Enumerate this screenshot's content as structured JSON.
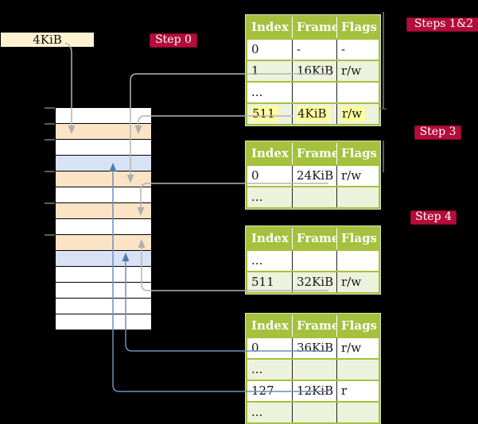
{
  "legend": {
    "page_size_label": "4KiB"
  },
  "badges": {
    "step0": "Step 0",
    "steps12": "Steps 1&2",
    "step3": "Step 3",
    "step4": "Step 4"
  },
  "page_tables": [
    {
      "headers": [
        "Index",
        "Frame",
        "Flags"
      ],
      "rows": [
        {
          "index": "0",
          "frame": "-",
          "flags": "-"
        },
        {
          "index": "1",
          "frame": "16KiB",
          "flags": "r/w"
        },
        {
          "index": "...",
          "frame": "",
          "flags": ""
        },
        {
          "index": "511",
          "frame": "4KiB",
          "flags": "r/w",
          "highlighted": true
        }
      ]
    },
    {
      "headers": [
        "Index",
        "Frame",
        "Flags"
      ],
      "rows": [
        {
          "index": "0",
          "frame": "24KiB",
          "flags": "r/w"
        },
        {
          "index": "...",
          "frame": "",
          "flags": ""
        }
      ]
    },
    {
      "headers": [
        "Index",
        "Frame",
        "Flags"
      ],
      "rows": [
        {
          "index": "...",
          "frame": "",
          "flags": ""
        },
        {
          "index": "511",
          "frame": "32KiB",
          "flags": "r/w"
        }
      ]
    },
    {
      "headers": [
        "Index",
        "Frame",
        "Flags"
      ],
      "rows": [
        {
          "index": "0",
          "frame": "36KiB",
          "flags": "r/w"
        },
        {
          "index": "...",
          "frame": "",
          "flags": ""
        },
        {
          "index": "127",
          "frame": "12KiB",
          "flags": "r"
        },
        {
          "index": "...",
          "frame": "",
          "flags": ""
        }
      ]
    }
  ],
  "memory": {
    "rows": [
      {
        "cls": "mrow white"
      },
      {
        "cls": "mrow peach"
      },
      {
        "cls": "mrow white"
      },
      {
        "cls": "mrow blue"
      },
      {
        "cls": "mrow peach"
      },
      {
        "cls": "mrow white"
      },
      {
        "cls": "mrow peach"
      },
      {
        "cls": "mrow white"
      },
      {
        "cls": "mrow peach"
      },
      {
        "cls": "mrow blue"
      },
      {
        "cls": "mrow white"
      },
      {
        "cls": "mrow white"
      },
      {
        "cls": "mrow white"
      },
      {
        "cls": "mrow white"
      }
    ]
  },
  "colors": {
    "background": "#000000",
    "badge_crimson": "#b30d3b",
    "table_header_green": "#a5c13d",
    "table_row_green": "#edf2dc",
    "highlight_yellow": "#ffff9e",
    "memory_peach": "#fbe3c6",
    "memory_blue": "#d7e3f4",
    "label_cream": "#fcf2d0",
    "connector_gray": "#b4b4b4",
    "connector_blue": "#6d8ebe"
  }
}
